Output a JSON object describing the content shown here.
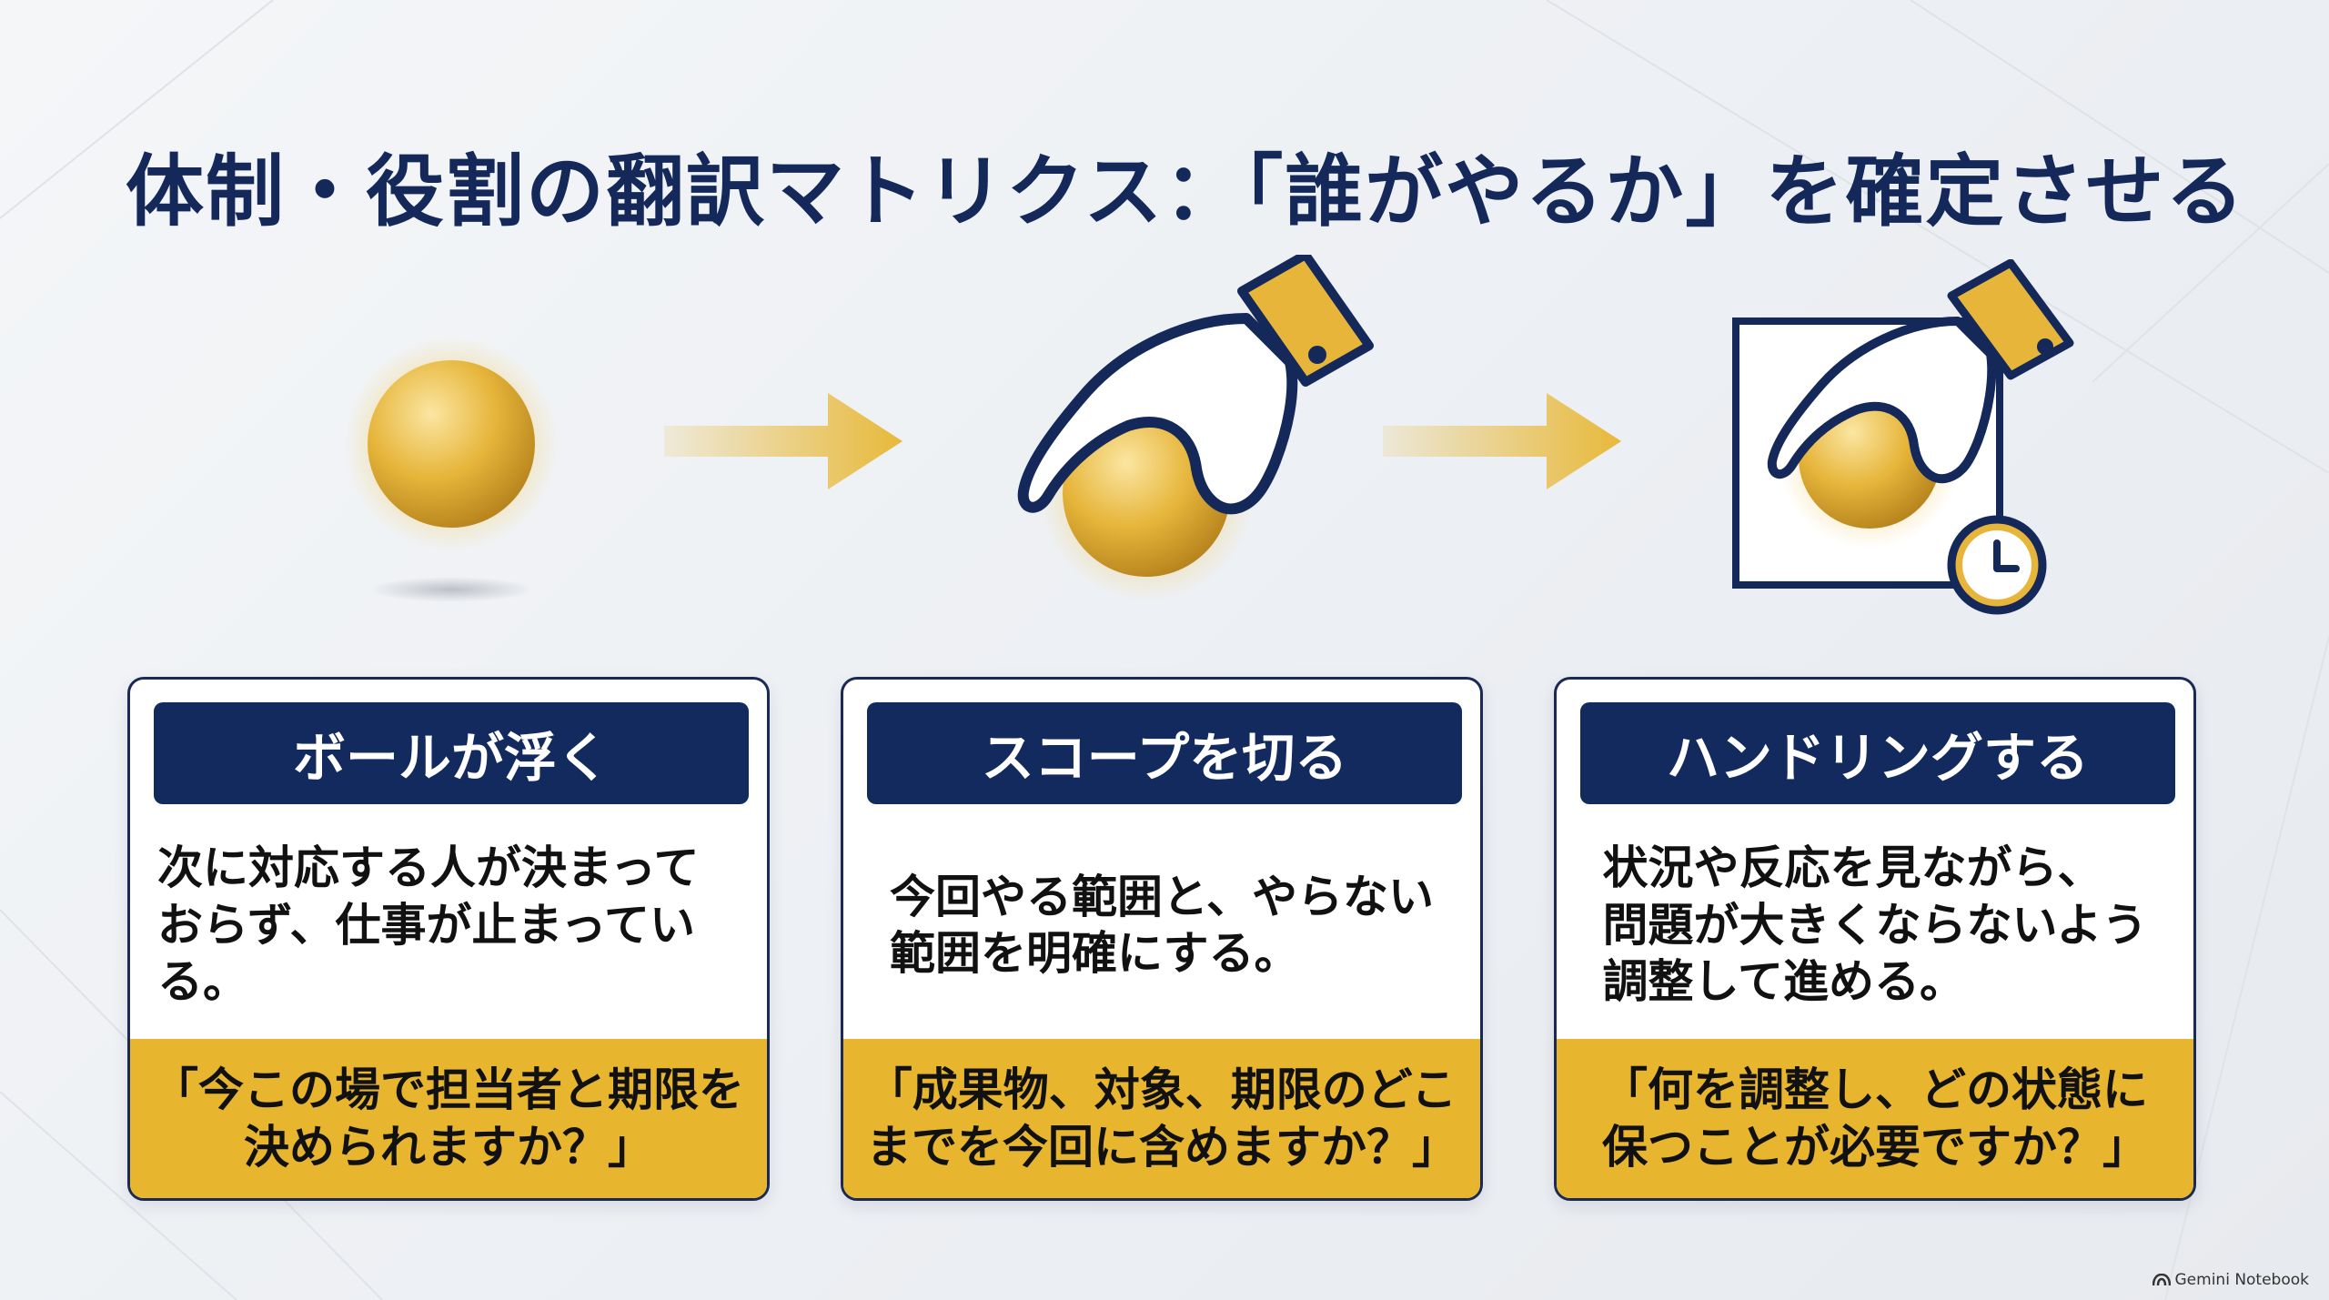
{
  "title": "体制・役割の翻訳マトリクス：「誰がやるか」を確定させる",
  "colors": {
    "navy": "#132a5f",
    "gold": "#e7b52e",
    "background": "#eceff3"
  },
  "illustrations": [
    {
      "name": "floating-ball",
      "icon": "ball-icon"
    },
    {
      "name": "hand-grabbing-ball",
      "icon": "hand-ball-icon"
    },
    {
      "name": "hand-ball-frame-clock",
      "icon": "hand-ball-clock-icon"
    }
  ],
  "cards": [
    {
      "header": "ボールが浮く",
      "description": "次に対応する人が決まって\nおらず、仕事が止まっている。",
      "question": "「今この場で担当者と期限を\n決められますか？」"
    },
    {
      "header": "スコープを切る",
      "description": "今回やる範囲と、やらない\n範囲を明確にする。",
      "question": "「成果物、対象、期限のどこ\nまでを今回に含めますか？」"
    },
    {
      "header": "ハンドリングする",
      "description": "状況や反応を見ながら、\n問題が大きくならないよう\n調整して進める。",
      "question": "「何を調整し、どの状態に\n保つことが必要ですか？」"
    }
  ],
  "watermark": "Gemini Notebook"
}
